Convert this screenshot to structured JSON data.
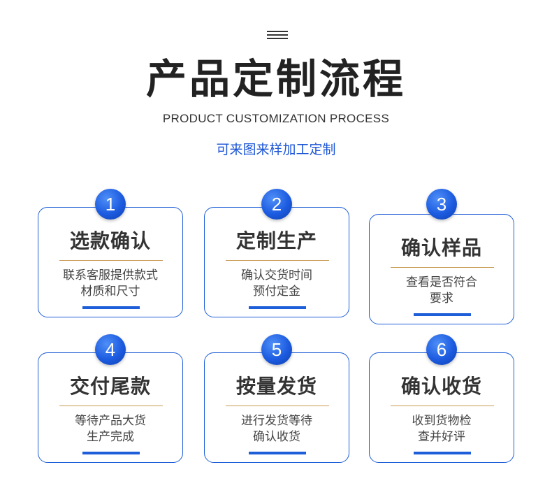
{
  "header": {
    "title": "产品定制流程",
    "subtitle": "PRODUCT CUSTOMIZATION PROCESS",
    "tagline": "可来图来样加工定制"
  },
  "steps": [
    {
      "number": "1",
      "title": "选款确认",
      "desc": [
        "联系客服提供款式",
        "材质和尺寸"
      ]
    },
    {
      "number": "2",
      "title": "定制生产",
      "desc": [
        "确认交货时间",
        "预付定金"
      ]
    },
    {
      "number": "3",
      "title": "确认样品",
      "desc": [
        "查看是否符合",
        "要求"
      ]
    },
    {
      "number": "4",
      "title": "交付尾款",
      "desc": [
        "等待产品大货",
        "生产完成"
      ]
    },
    {
      "number": "5",
      "title": "按量发货",
      "desc": [
        "进行发货等待",
        "确认收货"
      ]
    },
    {
      "number": "6",
      "title": "确认收货",
      "desc": [
        "收到货物检",
        "查并好评"
      ]
    }
  ],
  "colors": {
    "accent": "#1e5ed8",
    "divider": "#c99a52",
    "tagline": "#1d56d6"
  }
}
